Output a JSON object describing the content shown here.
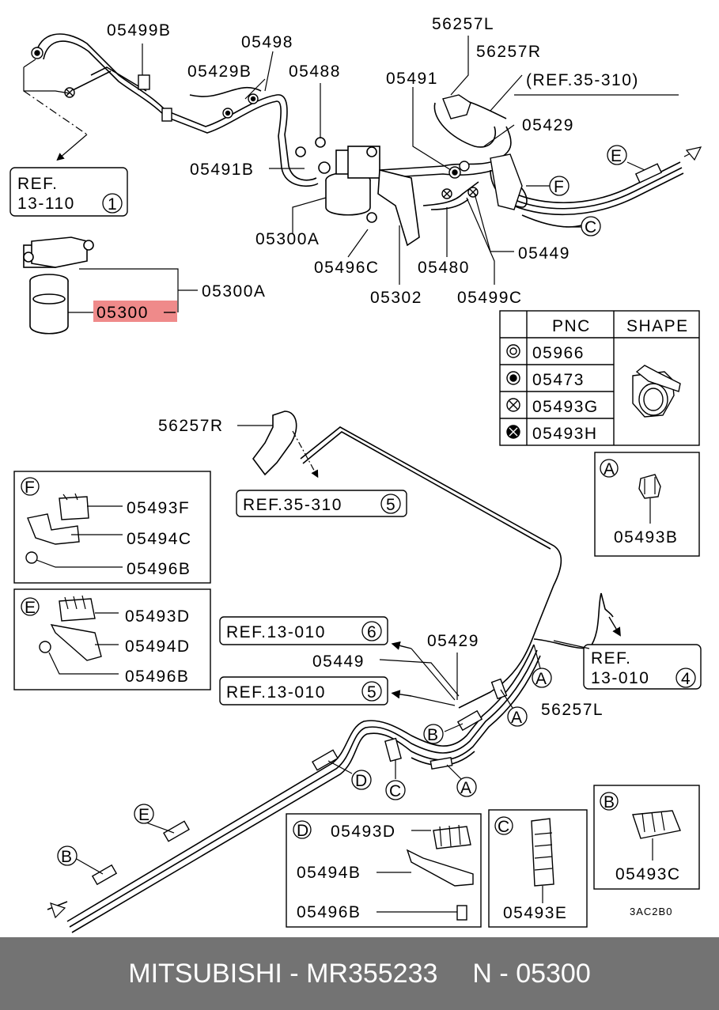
{
  "footer": {
    "brand": "MITSUBISHI",
    "separator1": " - ",
    "part_number": "MR355233",
    "separator2": "N - ",
    "pnc": "05300"
  },
  "highlight_color": "#ef8a8a",
  "labels": {
    "l05499B": "05499B",
    "l05498": "05498",
    "l05429B": "05429B",
    "l05488": "05488",
    "l56257L_top": "56257L",
    "l56257R_top": "56257R",
    "ref35_top": "(REF.35-310)",
    "l05491": "05491",
    "l05429_top": "05429",
    "l05491B": "05491B",
    "l05300A_a": "05300A",
    "l05496C": "05496C",
    "l05480": "05480",
    "l05449_top": "05449",
    "l05302": "05302",
    "l05499C": "05499C",
    "l05300A_b": "05300A",
    "l05300": "05300",
    "ref13110_a": "REF.",
    "ref13110_b": "13-110",
    "ref13110_n": "1",
    "l56257R_mid": "56257R",
    "ref35_mid": "REF.35-310",
    "ref35_mid_n": "5",
    "ref13010_6": "REF.13-010",
    "ref13010_6_n": "6",
    "ref13010_5": "REF.13-010",
    "ref13010_5_n": "5",
    "l05449_mid": "05449",
    "l05429_mid": "05429",
    "ref13010_4a": "REF.",
    "ref13010_4b": "13-010",
    "ref13010_4_n": "4",
    "l56257L_mid": "56257L",
    "code": "3AC2B0"
  },
  "pnc_table": {
    "header_pnc": "PNC",
    "header_shape": "SHAPE",
    "rows": [
      "05966",
      "05473",
      "05493G",
      "05493H"
    ]
  },
  "box_a": {
    "letter": "A",
    "parts": [
      "05493B"
    ]
  },
  "box_f": {
    "letter": "F",
    "parts": [
      "05493F",
      "05494C",
      "05496B"
    ]
  },
  "box_e": {
    "letter": "E",
    "parts": [
      "05493D",
      "05494D",
      "05496B"
    ]
  },
  "box_d": {
    "letter": "D",
    "parts": [
      "05493D",
      "05494B",
      "05496B"
    ]
  },
  "box_c": {
    "letter": "C",
    "parts": [
      "05493E"
    ]
  },
  "box_b": {
    "letter": "B",
    "parts": [
      "05493C"
    ]
  },
  "callouts": {
    "top_e": "E",
    "top_f": "F",
    "top_c": "C",
    "mid_a1": "A",
    "mid_a2": "A",
    "mid_b": "B",
    "mid_a3": "A",
    "mid_d": "D",
    "mid_c": "C",
    "mid_e": "E",
    "mid_b2": "B"
  }
}
